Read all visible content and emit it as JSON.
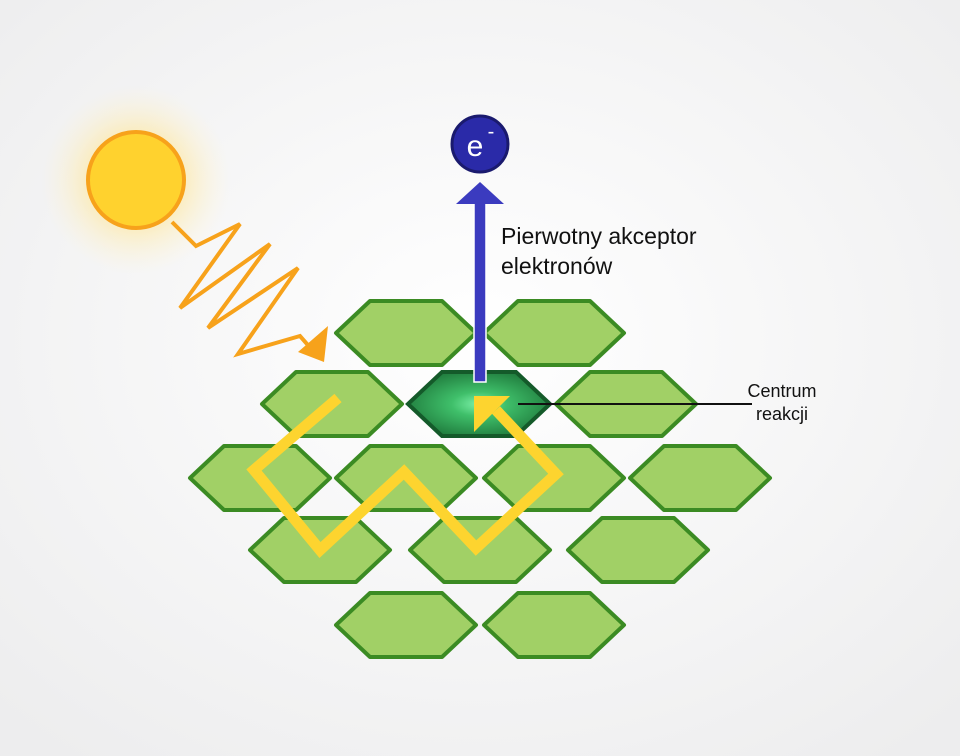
{
  "diagram": {
    "electron": {
      "symbol": "e",
      "charge": "-",
      "color": "#2a2aa8"
    },
    "primary_acceptor": {
      "line1": "Pierwotny akceptor",
      "line2": "elektronów"
    },
    "reaction_center": {
      "line1": "Centrum",
      "line2": "reakcji"
    },
    "colors": {
      "background": "#f7f7f8",
      "sun_fill": "#ffd22e",
      "sun_stroke": "#f7a21b",
      "light_wave": "#f7a21b",
      "pigment_fill": "#a1d066",
      "pigment_stroke": "#3b8b23",
      "reaction_center_fill": "#1f7a3c",
      "reaction_center_glow": "#7cf0a8",
      "energy_path": "#fdd42f",
      "electron_arrow": "#3b3bbf"
    }
  }
}
